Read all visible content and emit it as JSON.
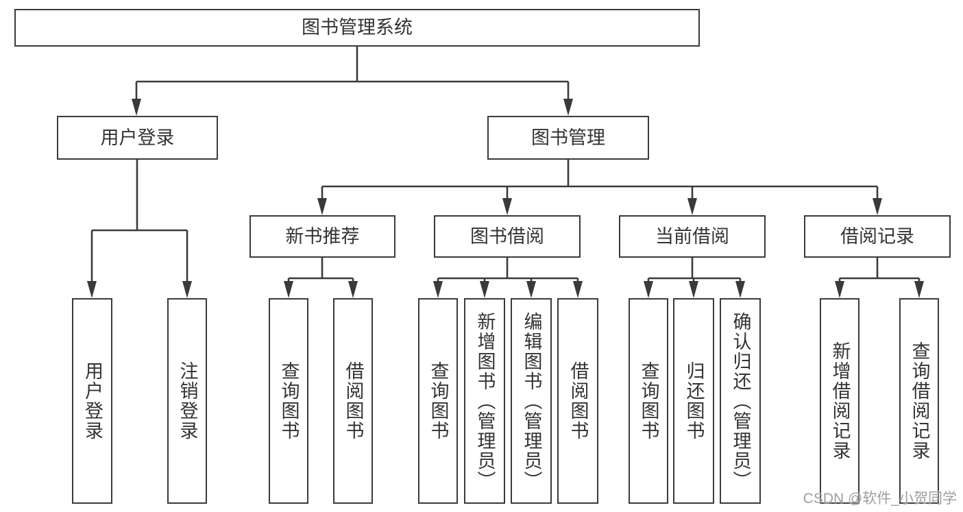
{
  "tree": {
    "root": {
      "label": "图书管理系统",
      "children": [
        {
          "label": "用户登录",
          "children": [
            {
              "label": "用户登录"
            },
            {
              "label": "注销登录"
            }
          ]
        },
        {
          "label": "图书管理",
          "children": [
            {
              "label": "新书推荐",
              "children": [
                {
                  "label": "查询图书"
                },
                {
                  "label": "借阅图书"
                }
              ]
            },
            {
              "label": "图书借阅",
              "children": [
                {
                  "label": "查询图书"
                },
                {
                  "label": "新增图书（管理员）"
                },
                {
                  "label": "编辑图书（管理员）"
                },
                {
                  "label": "借阅图书"
                }
              ]
            },
            {
              "label": "当前借阅",
              "children": [
                {
                  "label": "查询图书"
                },
                {
                  "label": "归还图书"
                },
                {
                  "label": "确认归还（管理员）"
                }
              ]
            },
            {
              "label": "借阅记录",
              "children": [
                {
                  "label": "新增借阅记录"
                },
                {
                  "label": "查询借阅记录"
                }
              ]
            }
          ]
        }
      ]
    }
  },
  "watermark": "CSDN @软件_小贺同学",
  "colors": {
    "line": "#3a3a3a",
    "text": "#333333",
    "watermark": "#969696",
    "background": "#ffffff"
  }
}
